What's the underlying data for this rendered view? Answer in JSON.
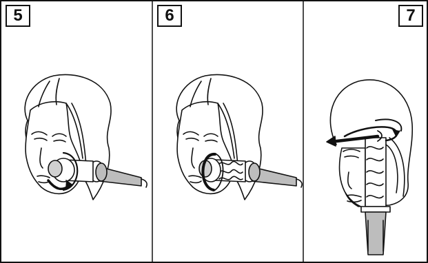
{
  "panels": [
    {
      "step": "5",
      "figure": "face-with-round-brush-tip-rotating"
    },
    {
      "step": "6",
      "figure": "face-with-brush-curling-hair-at-cheek"
    },
    {
      "step": "7",
      "figure": "head-with-vertical-brush-and-twist-arrow"
    }
  ],
  "colors": {
    "line": "#111111",
    "background": "#ffffff",
    "shade": "#bdbdbd",
    "dark": "#333333"
  }
}
